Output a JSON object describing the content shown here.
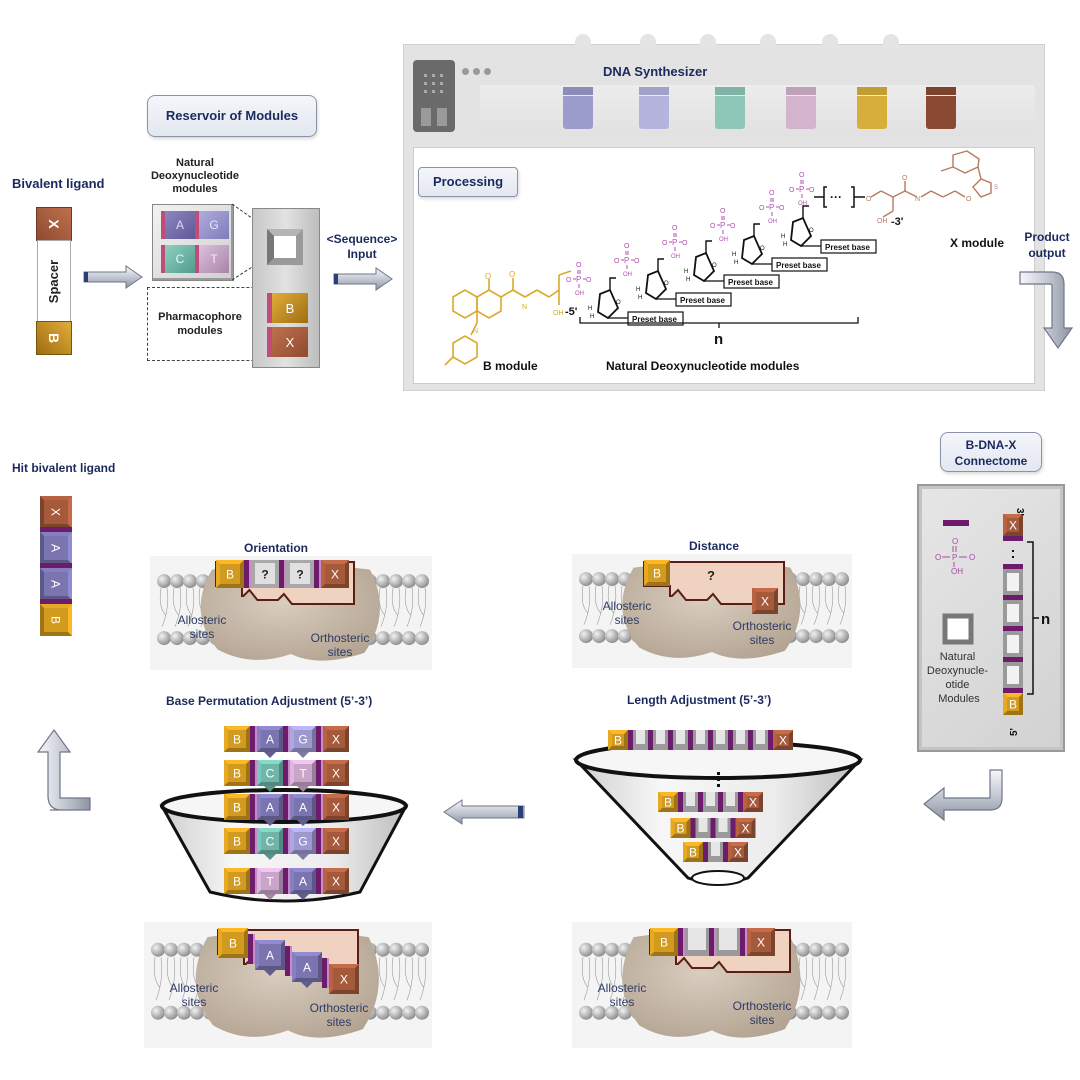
{
  "colors": {
    "navy_text": "#1b2a5e",
    "b_module": "#d29a1f",
    "x_module": "#a65a3c",
    "linker_purple": "#6d1b6b",
    "base_A": "#7a74b0",
    "base_G": "#9d98d0",
    "base_C": "#6fb6a8",
    "base_T": "#c9a6c9",
    "protein": "#c8b9a8",
    "pocket": "#efd3c0",
    "b_chem": "#d9a92a",
    "x_chem": "#b77a5e",
    "phosphate_chem": "#b04fb0"
  },
  "top_left": {
    "bivalent_ligand_title": "Bivalent ligand",
    "ligand_top": "X",
    "ligand_spacer": "Spacer",
    "ligand_bottom": "B",
    "reservoir_title": "Reservoir of Modules",
    "natural_modules_label": "Natural Deoxynucleotide modules",
    "nucleotides": [
      "A",
      "G",
      "C",
      "T"
    ],
    "pharmacophore_label": "Pharmacophore modules",
    "pharmacophores": [
      "B",
      "X"
    ],
    "sequence_input_line1": "<Sequence>",
    "sequence_input_line2": "Input"
  },
  "synthesizer": {
    "title": "DNA Synthesizer",
    "vial_colors": [
      "#9b9ccc",
      "#b4b4de",
      "#8ec7b8",
      "#d3b4cc",
      "#d8ae3a",
      "#8a4a32"
    ],
    "processing_label": "Processing",
    "preset_base_labels": [
      "Preset base",
      "Preset base",
      "Preset base",
      "Preset base",
      "Preset base"
    ],
    "five_prime": "-5'",
    "three_prime": "-3'",
    "n_label": "n",
    "b_module_label": "B module",
    "x_module_label": "X module",
    "natural_modules_label": "Natural Deoxynucleotide modules",
    "phosphate_atoms": {
      "o": "O",
      "p": "P",
      "oh": "OH"
    }
  },
  "product_output": {
    "line1": "Product",
    "line2": "output"
  },
  "connectome": {
    "title_line1": "B-DNA-X",
    "title_line2": "Connectome",
    "phosphate_label": "OH",
    "natural_modules_label_lines": [
      "Natural",
      "Deoxynucle-",
      "otide",
      "Modules"
    ],
    "top_module": "X",
    "bottom_module": "B",
    "three_prime": "3'",
    "five_prime": "5'",
    "n_label": "n"
  },
  "hit": {
    "title": "Hit bivalent  ligand",
    "stack": [
      "X",
      "A",
      "A",
      "B"
    ]
  },
  "orientation": {
    "title": "Orientation",
    "blocks": [
      "B",
      "?",
      "?",
      "X"
    ],
    "allosteric": "Allosteric sites",
    "orthosteric": "Orthosteric sites"
  },
  "distance": {
    "title": "Distance",
    "blocks": [
      "B",
      "X"
    ],
    "question": "?",
    "allosteric": "Allosteric sites",
    "orthosteric": "Orthosteric sites"
  },
  "base_permutation": {
    "title": "Base Permutation Adjustment  (5’-3’)",
    "rows": [
      [
        "B",
        "A",
        "G",
        "X"
      ],
      [
        "B",
        "C",
        "T",
        "X"
      ],
      [
        "B",
        "A",
        "A",
        "X"
      ],
      [
        "B",
        "C",
        "G",
        "X"
      ],
      [
        "B",
        "T",
        "A",
        "X"
      ]
    ]
  },
  "length_adjustment": {
    "title": "Length Adjustment (5’-3’)",
    "rows_spacer_counts": [
      7,
      3,
      2,
      1
    ],
    "end_labels": [
      "B",
      "X"
    ]
  },
  "bottom_left_bound": {
    "blocks": [
      "B",
      "A",
      "A",
      "X"
    ],
    "allosteric": "Allosteric sites",
    "orthosteric": "Orthosteric sites"
  },
  "bottom_right_bound": {
    "blocks": [
      "B",
      "X"
    ],
    "allosteric": "Allosteric sites",
    "orthosteric": "Orthosteric sites"
  }
}
